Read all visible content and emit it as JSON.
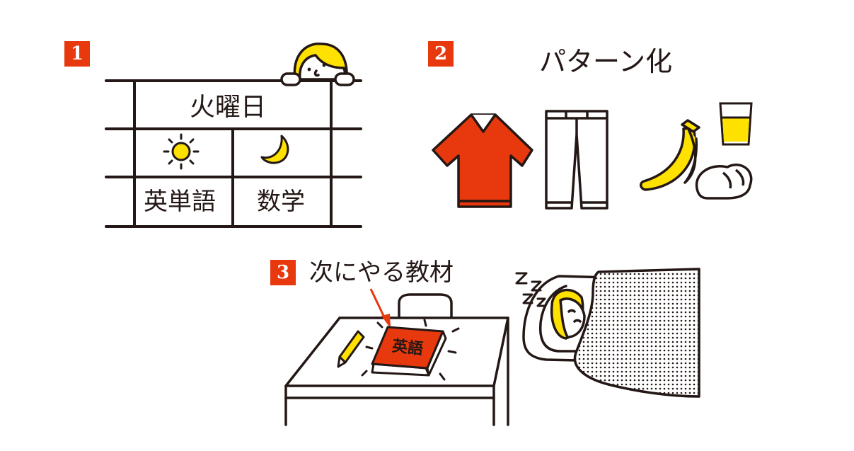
{
  "colors": {
    "accent": "#e8380d",
    "yellow": "#ffe100",
    "ink": "#231815"
  },
  "panels": [
    {
      "number": "1",
      "schedule": {
        "day": "火曜日",
        "slot1_icon": "sun-icon",
        "slot2_icon": "moon-icon",
        "subject1": "英単語",
        "subject2": "数学"
      }
    },
    {
      "number": "2",
      "caption": "パターン化",
      "items": [
        "shirt-icon",
        "pants-icon",
        "banana-icon",
        "juice-glass-icon",
        "bread-icon"
      ]
    },
    {
      "number": "3",
      "caption": "次にやる教材",
      "book_title": "英語",
      "items": [
        "desk-icon",
        "pencil-icon",
        "arrow-icon",
        "sleeping-child-icon",
        "zzz-icon"
      ]
    }
  ]
}
